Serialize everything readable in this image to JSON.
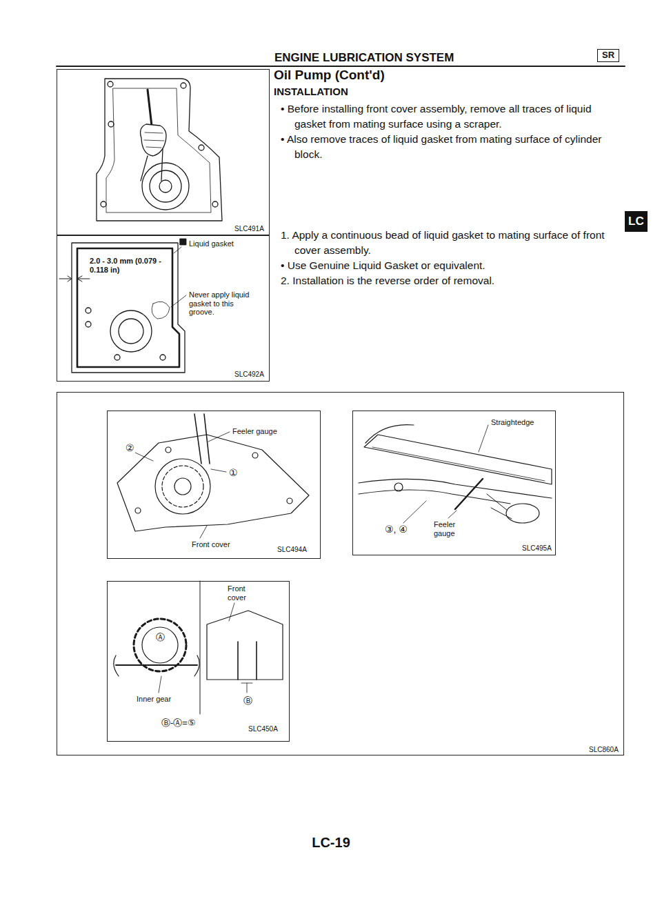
{
  "diagram": {
    "title": "ENGINE LUBRICATION SYSTEM",
    "nodes": [
      {
        "text": [
          "SR"
        ]
      },
      {
        "text": [
          "SLC491A"
        ]
      },
      {
        "text": [
          "Liquid gasket",
          "2.0 - 3.0 mm (0.079 - 0.118 in)",
          "Never apply liquid gasket to this groove.",
          "SLC492A"
        ]
      },
      {
        "text": [
          "LC"
        ]
      },
      {
        "text": [
          "SLC860A"
        ]
      },
      {
        "text": [
          "Feeler gauge",
          "②",
          "①",
          "Front cover",
          "SLC494A"
        ],
        "in": 4
      },
      {
        "text": [
          "Straightedge",
          "③, ④",
          "Feeler gauge",
          "SLC495A"
        ],
        "in": 4
      },
      {
        "text": [
          "Front cover",
          "Inner gear",
          "Ⓐ",
          "Ⓑ",
          "Ⓑ-Ⓐ=⑤",
          "SLC450A"
        ],
        "in": 4
      }
    ],
    "labels": [
      "Oil Pump (Cont'd)",
      "INSTALLATION",
      "• Before installing front cover assembly, remove all traces of liquid gasket from mating surface using a scraper.",
      "• Also remove traces of liquid gasket from mating surface of cylinder block.",
      "1. Apply a continuous bead of liquid gasket to mating surface of front cover assembly.",
      "• Use Genuine Liquid Gasket or equivalent.",
      "2. Installation is the reverse order of removal.",
      "LC-19"
    ]
  }
}
